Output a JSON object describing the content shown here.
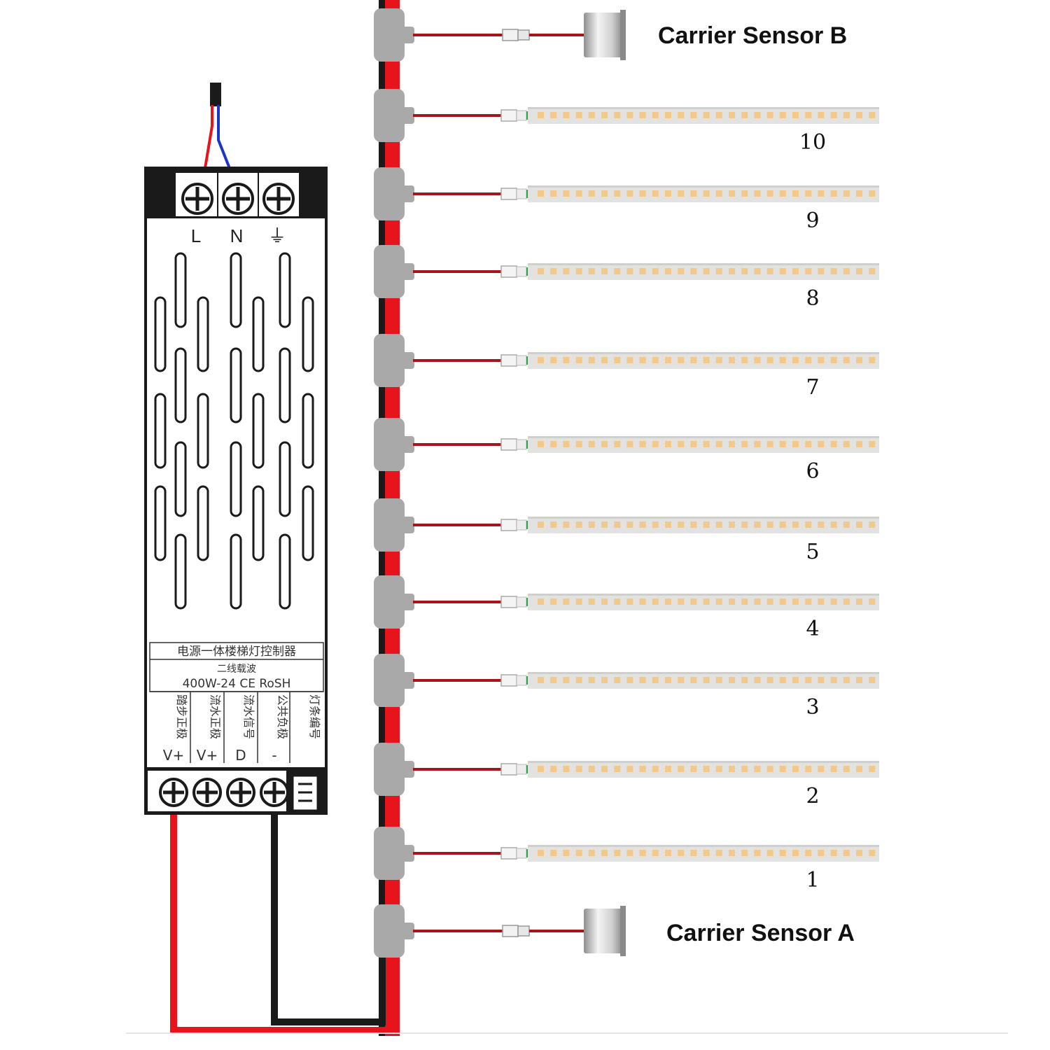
{
  "controller": {
    "input_terminals": [
      "L",
      "N",
      "⏚"
    ],
    "model_line1": "电源一体楼梯灯控制器",
    "model_line2": "二线载波",
    "model_line3": "400W-24 CE RoSH",
    "output_terminals": [
      {
        "label": "踏步正极",
        "symbol": "V+"
      },
      {
        "label": "流水正极",
        "symbol": "V+"
      },
      {
        "label": "流水信号",
        "symbol": "D"
      },
      {
        "label": "公共负极",
        "symbol": "-"
      },
      {
        "label": "灯条编号",
        "symbol": ""
      }
    ]
  },
  "sensors": {
    "top": "Carrier Sensor B",
    "bottom": "Carrier Sensor A"
  },
  "strips": [
    "10",
    "9",
    "8",
    "7",
    "6",
    "5",
    "4",
    "3",
    "2",
    "1"
  ],
  "colors": {
    "wire_red": "#e8141b",
    "wire_black": "#1a1a1a",
    "connector": "#a9a9a9",
    "strip_body": "#e2e2e0",
    "led_chip": "#f2c98a"
  }
}
